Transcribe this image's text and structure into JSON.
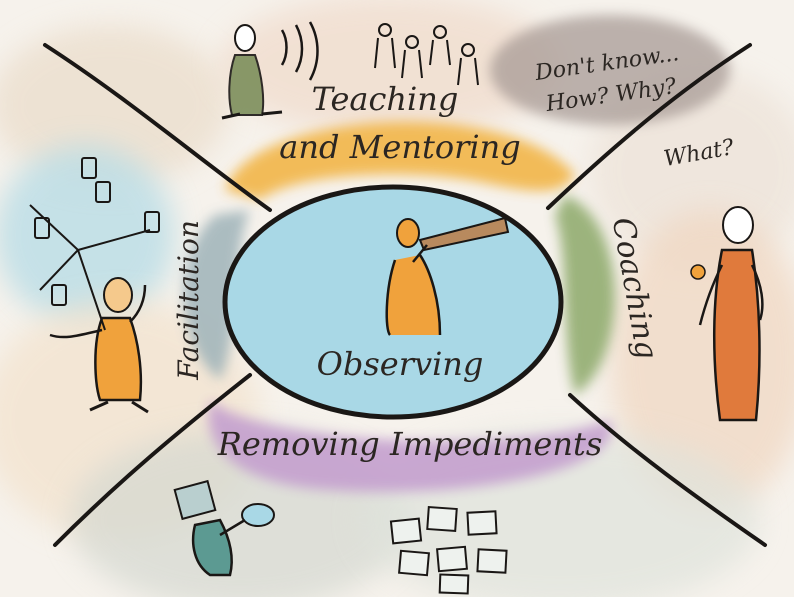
{
  "diagram": {
    "center_label": "Observing",
    "top_label_line1": "Teaching",
    "top_label_line2": "and Mentoring",
    "left_label": "Facilitation",
    "right_label": "Coaching",
    "bottom_label": "Removing Impediments",
    "question_line1": "Don't know...",
    "question_line2": "How? Why?",
    "what_label": "What?"
  },
  "colors": {
    "center_fill": "#a9d8e6",
    "top_band": "#f2b648",
    "left_band": "#9fb3b9",
    "right_band": "#93ad71",
    "bottom_band": "#c5a0cf",
    "question_wash": "#b8a8a0",
    "figure_orange": "#f0a23c",
    "figure_red": "#e07a3c",
    "figure_green": "#7d8f5c",
    "figure_teal": "#5c9a92",
    "ink": "#1a1715"
  },
  "icons": [
    "telescope-observer-figure",
    "teacher-figure",
    "student-group-figures",
    "facilitator-figure",
    "documents-icon",
    "coach-figure",
    "impediment-figure",
    "board-cards-icon"
  ]
}
